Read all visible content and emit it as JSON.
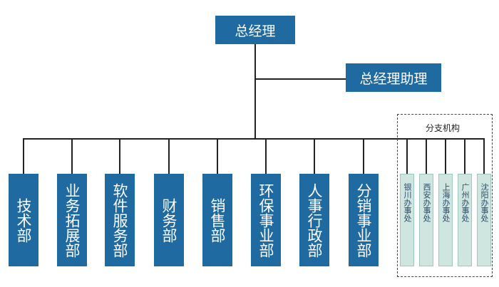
{
  "ceo": "总经理",
  "assistant": "总经理助理",
  "departments": [
    "技术部",
    "业务拓展部",
    "软件服务部",
    "财务部",
    "销售部",
    "环保事业部",
    "人事行政部",
    "分销事业部"
  ],
  "branch": {
    "title": "分支机构",
    "offices": [
      "银川办事处",
      "西安办事处",
      "上海办事处",
      "广州办事处",
      "沈阳办事处"
    ]
  }
}
